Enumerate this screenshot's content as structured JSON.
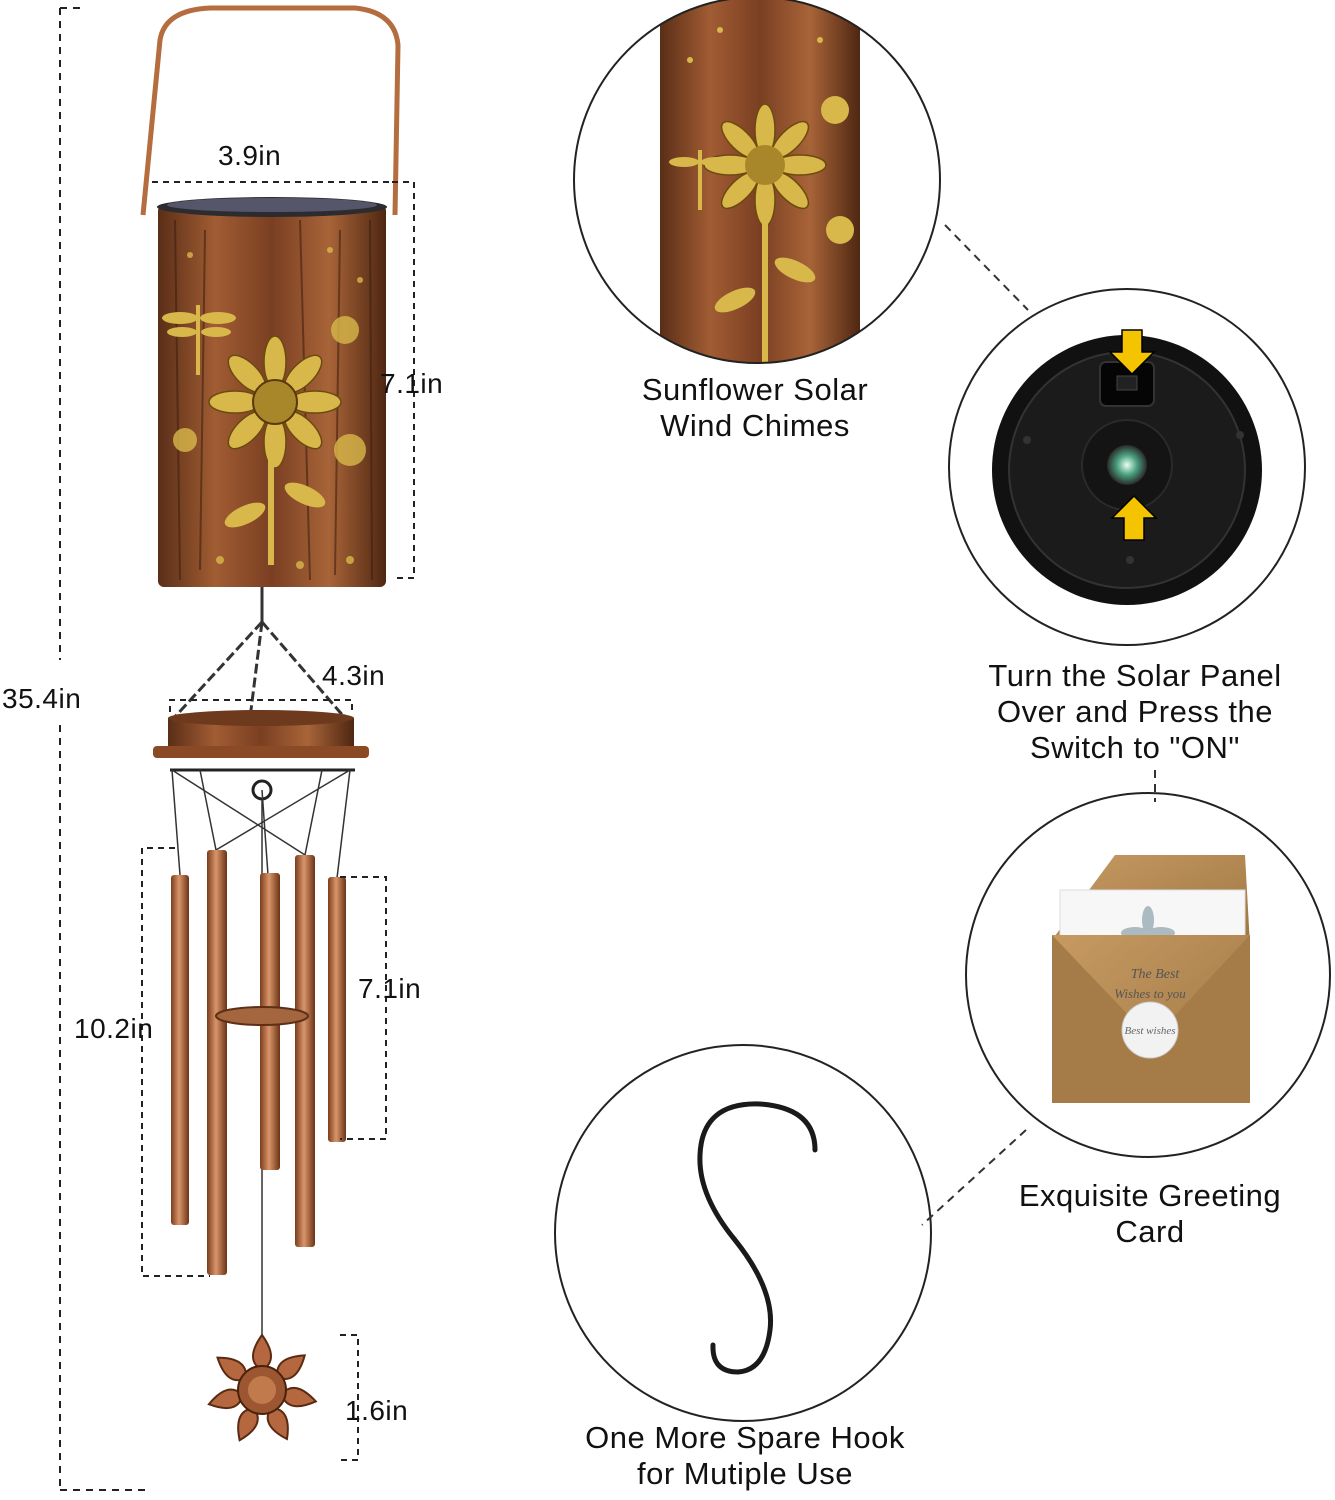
{
  "dimensions": {
    "overall_height": "35.4in",
    "lantern_width": "3.9in",
    "lantern_height": "7.1in",
    "ring_width": "4.3in",
    "long_tube": "10.2in",
    "short_tube": "7.1in",
    "flower_pendant": "1.6in"
  },
  "callouts": {
    "sunflower": [
      "Sunflower Solar",
      "Wind Chimes"
    ],
    "switch": [
      "Turn the Solar Panel",
      "Over and Press the",
      "Switch to \"ON\""
    ],
    "card": [
      "Exquisite Greeting",
      "Card"
    ],
    "hook": [
      "One More Spare Hook",
      "for Mutiple Use"
    ]
  },
  "card_text": {
    "line1": "The Best",
    "line2": "Wishes to you",
    "sticker": "Best wishes"
  },
  "colors": {
    "copper": "#8a4a26",
    "copper_light": "#c07a4b",
    "gold": "#d8b84a",
    "kraft": "#b58b55",
    "arrow_yellow": "#f5c400",
    "panel_black": "#111111"
  }
}
